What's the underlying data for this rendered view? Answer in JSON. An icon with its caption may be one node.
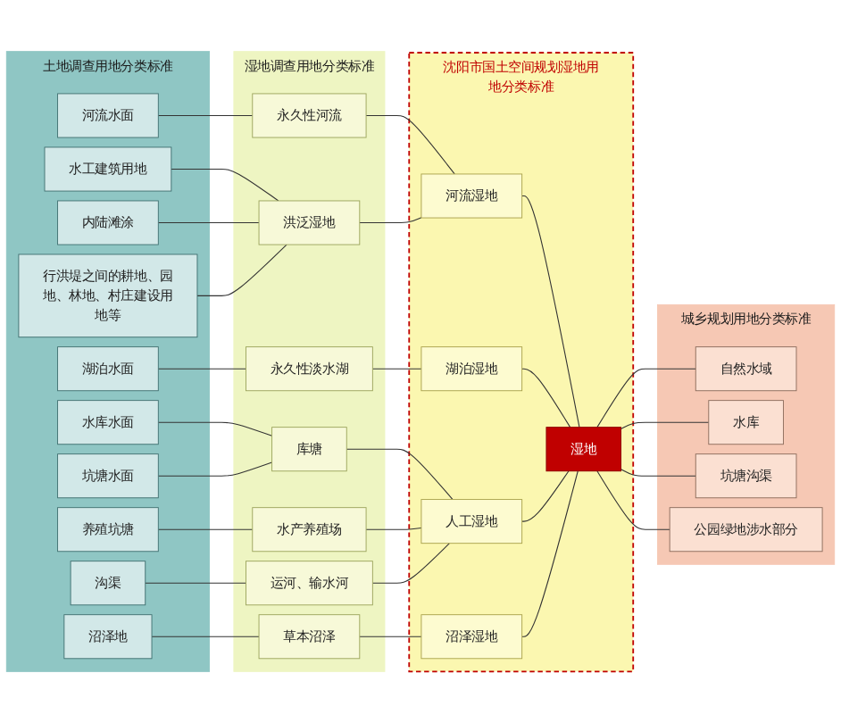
{
  "diagram": {
    "nodes": [
      {
        "text": [
          "土地调查用地分类标准"
        ]
      },
      {
        "text": [
          "河流水面"
        ],
        "in": 0
      },
      {
        "text": [
          "水工建筑用地"
        ],
        "in": 0
      },
      {
        "text": [
          "内陆滩涂"
        ],
        "in": 0
      },
      {
        "text": [
          "行洪堤之间的耕地、园地、林地、村庄建设用地等"
        ],
        "in": 0
      },
      {
        "text": [
          "湖泊水面"
        ],
        "in": 0
      },
      {
        "text": [
          "水库水面"
        ],
        "in": 0
      },
      {
        "text": [
          "坑塘水面"
        ],
        "in": 0
      },
      {
        "text": [
          "养殖坑塘"
        ],
        "in": 0
      },
      {
        "text": [
          "沟渠"
        ],
        "in": 0
      },
      {
        "text": [
          "沼泽地"
        ],
        "in": 0
      },
      {
        "text": [
          "湿地调查用地分类标准"
        ]
      },
      {
        "text": [
          "永久性河流"
        ],
        "in": 11
      },
      {
        "text": [
          "洪泛湿地"
        ],
        "in": 11
      },
      {
        "text": [
          "永久性淡水湖"
        ],
        "in": 11
      },
      {
        "text": [
          "库塘"
        ],
        "in": 11
      },
      {
        "text": [
          "水产养殖场"
        ],
        "in": 11
      },
      {
        "text": [
          "运河、输水河"
        ],
        "in": 11
      },
      {
        "text": [
          "草本沼泽"
        ],
        "in": 11
      },
      {
        "text": [
          "沈阳市国土空间规划湿地用地分类标准"
        ]
      },
      {
        "text": [
          "河流湿地"
        ],
        "in": 19
      },
      {
        "text": [
          "湖泊湿地"
        ],
        "in": 19
      },
      {
        "text": [
          "人工湿地"
        ],
        "in": 19
      },
      {
        "text": [
          "沼泽湿地"
        ],
        "in": 19
      },
      {
        "text": [
          "湿地"
        ],
        "in": 19
      },
      {
        "text": [
          "城乡规划用地分类标准"
        ]
      },
      {
        "text": [
          "自然水域"
        ],
        "in": 25
      },
      {
        "text": [
          "水库"
        ],
        "in": 25
      },
      {
        "text": [
          "坑塘沟渠"
        ],
        "in": 25
      },
      {
        "text": [
          "公园绿地涉水部分"
        ],
        "in": 25
      }
    ],
    "edges": [
      {
        "from": 1,
        "to": 12,
        "arrow": "none"
      },
      {
        "from": 2,
        "to": 13,
        "arrow": "none"
      },
      {
        "from": 3,
        "to": 13,
        "arrow": "none"
      },
      {
        "from": 4,
        "to": 13,
        "arrow": "none"
      },
      {
        "from": 5,
        "to": 14,
        "arrow": "none"
      },
      {
        "from": 6,
        "to": 15,
        "arrow": "none"
      },
      {
        "from": 7,
        "to": 15,
        "arrow": "none"
      },
      {
        "from": 8,
        "to": 16,
        "arrow": "none"
      },
      {
        "from": 9,
        "to": 17,
        "arrow": "none"
      },
      {
        "from": 10,
        "to": 18,
        "arrow": "none"
      },
      {
        "from": 12,
        "to": 20,
        "arrow": "none"
      },
      {
        "from": 13,
        "to": 20,
        "arrow": "none"
      },
      {
        "from": 14,
        "to": 21,
        "arrow": "none"
      },
      {
        "from": 15,
        "to": 22,
        "arrow": "none"
      },
      {
        "from": 16,
        "to": 22,
        "arrow": "none"
      },
      {
        "from": 17,
        "to": 22,
        "arrow": "none"
      },
      {
        "from": 18,
        "to": 23,
        "arrow": "none"
      },
      {
        "from": 20,
        "to": 24,
        "arrow": "none"
      },
      {
        "from": 21,
        "to": 24,
        "arrow": "none"
      },
      {
        "from": 22,
        "to": 24,
        "arrow": "none"
      },
      {
        "from": 23,
        "to": 24,
        "arrow": "none"
      },
      {
        "from": 24,
        "to": 26,
        "arrow": "none"
      },
      {
        "from": 24,
        "to": 27,
        "arrow": "none"
      },
      {
        "from": 24,
        "to": 28,
        "arrow": "none"
      },
      {
        "from": 24,
        "to": 29,
        "arrow": "none"
      }
    ]
  }
}
